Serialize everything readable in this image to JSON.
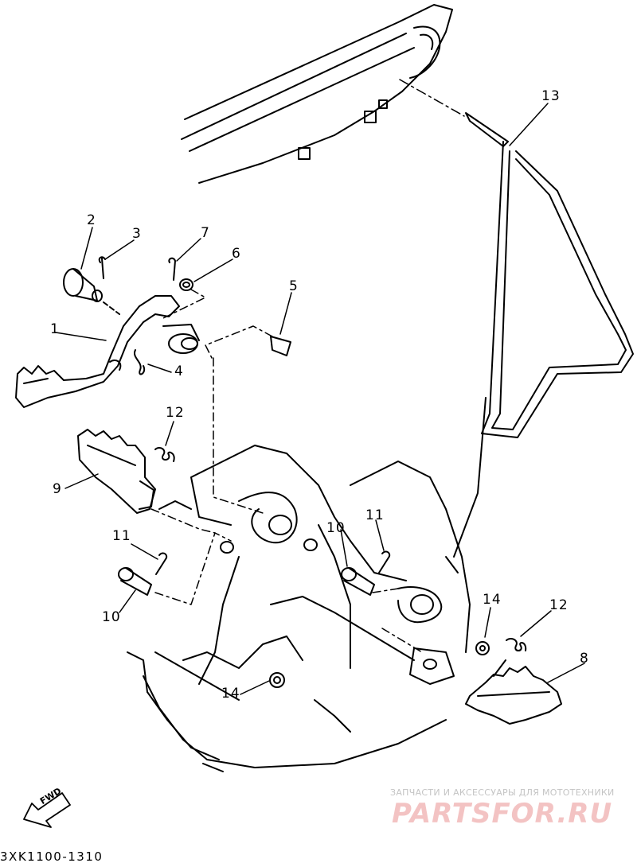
{
  "diagram": {
    "code": "3XK1100-1310",
    "direction_badge": "FWD",
    "callouts": [
      {
        "id": "13",
        "label": "13"
      },
      {
        "id": "2",
        "label": "2"
      },
      {
        "id": "3",
        "label": "3"
      },
      {
        "id": "7",
        "label": "7"
      },
      {
        "id": "6",
        "label": "6"
      },
      {
        "id": "5",
        "label": "5"
      },
      {
        "id": "1",
        "label": "1"
      },
      {
        "id": "4",
        "label": "4"
      },
      {
        "id": "12a",
        "label": "12"
      },
      {
        "id": "9",
        "label": "9"
      },
      {
        "id": "11a",
        "label": "11"
      },
      {
        "id": "10a",
        "label": "10"
      },
      {
        "id": "10b",
        "label": "10"
      },
      {
        "id": "11b",
        "label": "11"
      },
      {
        "id": "14a",
        "label": "14"
      },
      {
        "id": "12b",
        "label": "12"
      },
      {
        "id": "8",
        "label": "8"
      },
      {
        "id": "14b",
        "label": "14"
      }
    ]
  },
  "watermark": {
    "tagline": "ЗАПЧАСТИ И АКСЕССУАРЫ ДЛЯ МОТОТЕХНИКИ",
    "brand": "PARTSFOR.RU",
    "color": "#f3c3c3"
  }
}
